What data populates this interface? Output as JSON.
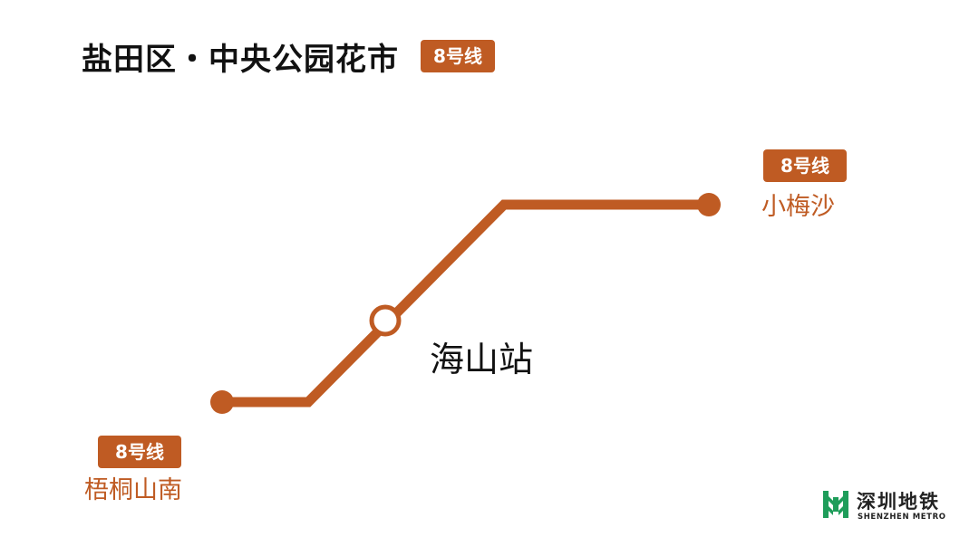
{
  "title": "盐田区・中央公园花市",
  "line_badge": "8号线",
  "stations": {
    "east": {
      "name": "小梅沙",
      "line": "8号线"
    },
    "current": {
      "name": "海山站"
    },
    "west": {
      "name": "梧桐山南",
      "line": "8号线"
    }
  },
  "logo": {
    "cn": "深圳地铁",
    "en": "SHENZHEN METRO",
    "icon": "shenzhen-metro-logo-icon",
    "color": "#1e9d5a"
  },
  "colors": {
    "line": "#bf5b23",
    "station_fill": "#ffffff",
    "text": "#111111"
  }
}
